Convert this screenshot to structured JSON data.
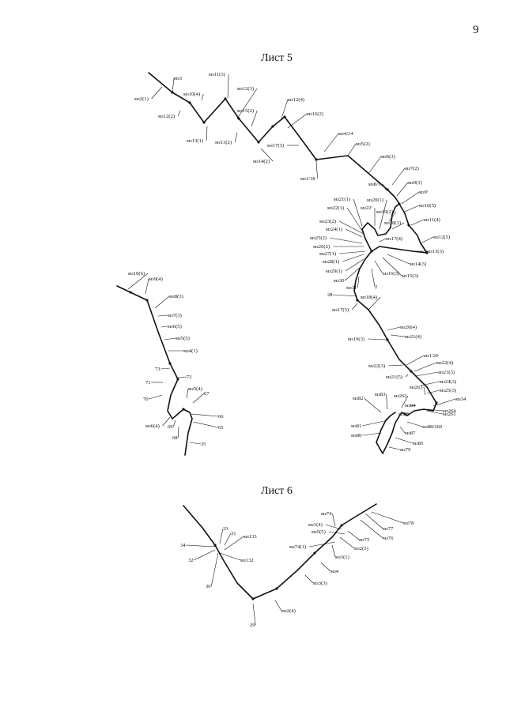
{
  "page": {
    "number": "9"
  },
  "sheets": [
    {
      "title": "Лист 5",
      "labels": [
        "мз2(1)",
        "мз3",
        "мз10(4)",
        "мз12(2)",
        "мз13(1)",
        "мз11(3)",
        "мз12(3)",
        "мз15(2)",
        "мз13(2)",
        "мз14(2)",
        "мз12(4)",
        "мз16(2)",
        "мз17(3)",
        "мз1/18",
        "мз4/14",
        "мз5(2)",
        "мз6(3)",
        "мз8/1",
        "мз7(2)",
        "мз9(3)",
        "мз9'",
        "мз10(5)",
        "мз11(4)",
        "мз12(5)",
        "мз13(3)",
        "мз14(3)",
        "мз15(3)",
        "мз16(3)",
        "2",
        "мз21(1)",
        "мз20(1)",
        "мз22(1)",
        "мз22'",
        "мз19(2)",
        "мз18(3)",
        "мз23(2)",
        "мз24(1)",
        "мз17(4)",
        "мз25(2)",
        "мз26(2)",
        "мз27(1)",
        "мз28(1)",
        "мз29(1)",
        "мз30",
        "мз31",
        "28",
        "мз18(4)",
        "мз17(5)",
        "мз20(4)",
        "мз21(4)",
        "мз19(3)",
        "мз1/20",
        "мз22(4)",
        "мз22(3)",
        "мз23(3)",
        "мз21(5)",
        "мз24(3)",
        "мз263",
        "мз25(3)",
        "мз34",
        "мз82",
        "мз83",
        "мз262",
        "мз84",
        "мз261",
        "мз264",
        "мз81",
        "мз86",
        "мз88/260",
        "мз87",
        "мз80",
        "мз85",
        "мз79",
        "мз10(6)",
        "мз9(4)",
        "мз8(3)",
        "мз7(3)",
        "мз6(5)",
        "мз5(5)",
        "мз4(1)",
        "73",
        "72",
        "71",
        "70",
        "мз5(4)",
        "67",
        "мз6(4)",
        "69",
        "68",
        "66",
        "65",
        "35"
      ]
    },
    {
      "title": "Лист 6",
      "labels": [
        "мз74",
        "мз78",
        "мз1(4)",
        "мз77",
        "мз5(5)",
        "мз75",
        "мз76",
        "мз74(1)",
        "мз3(1)",
        "мз2(3)",
        "33",
        "31",
        "мз133",
        "34",
        "32",
        "мз132",
        "30",
        "мз4",
        "мз3(3)",
        "мз2(4)",
        "29"
      ]
    }
  ]
}
